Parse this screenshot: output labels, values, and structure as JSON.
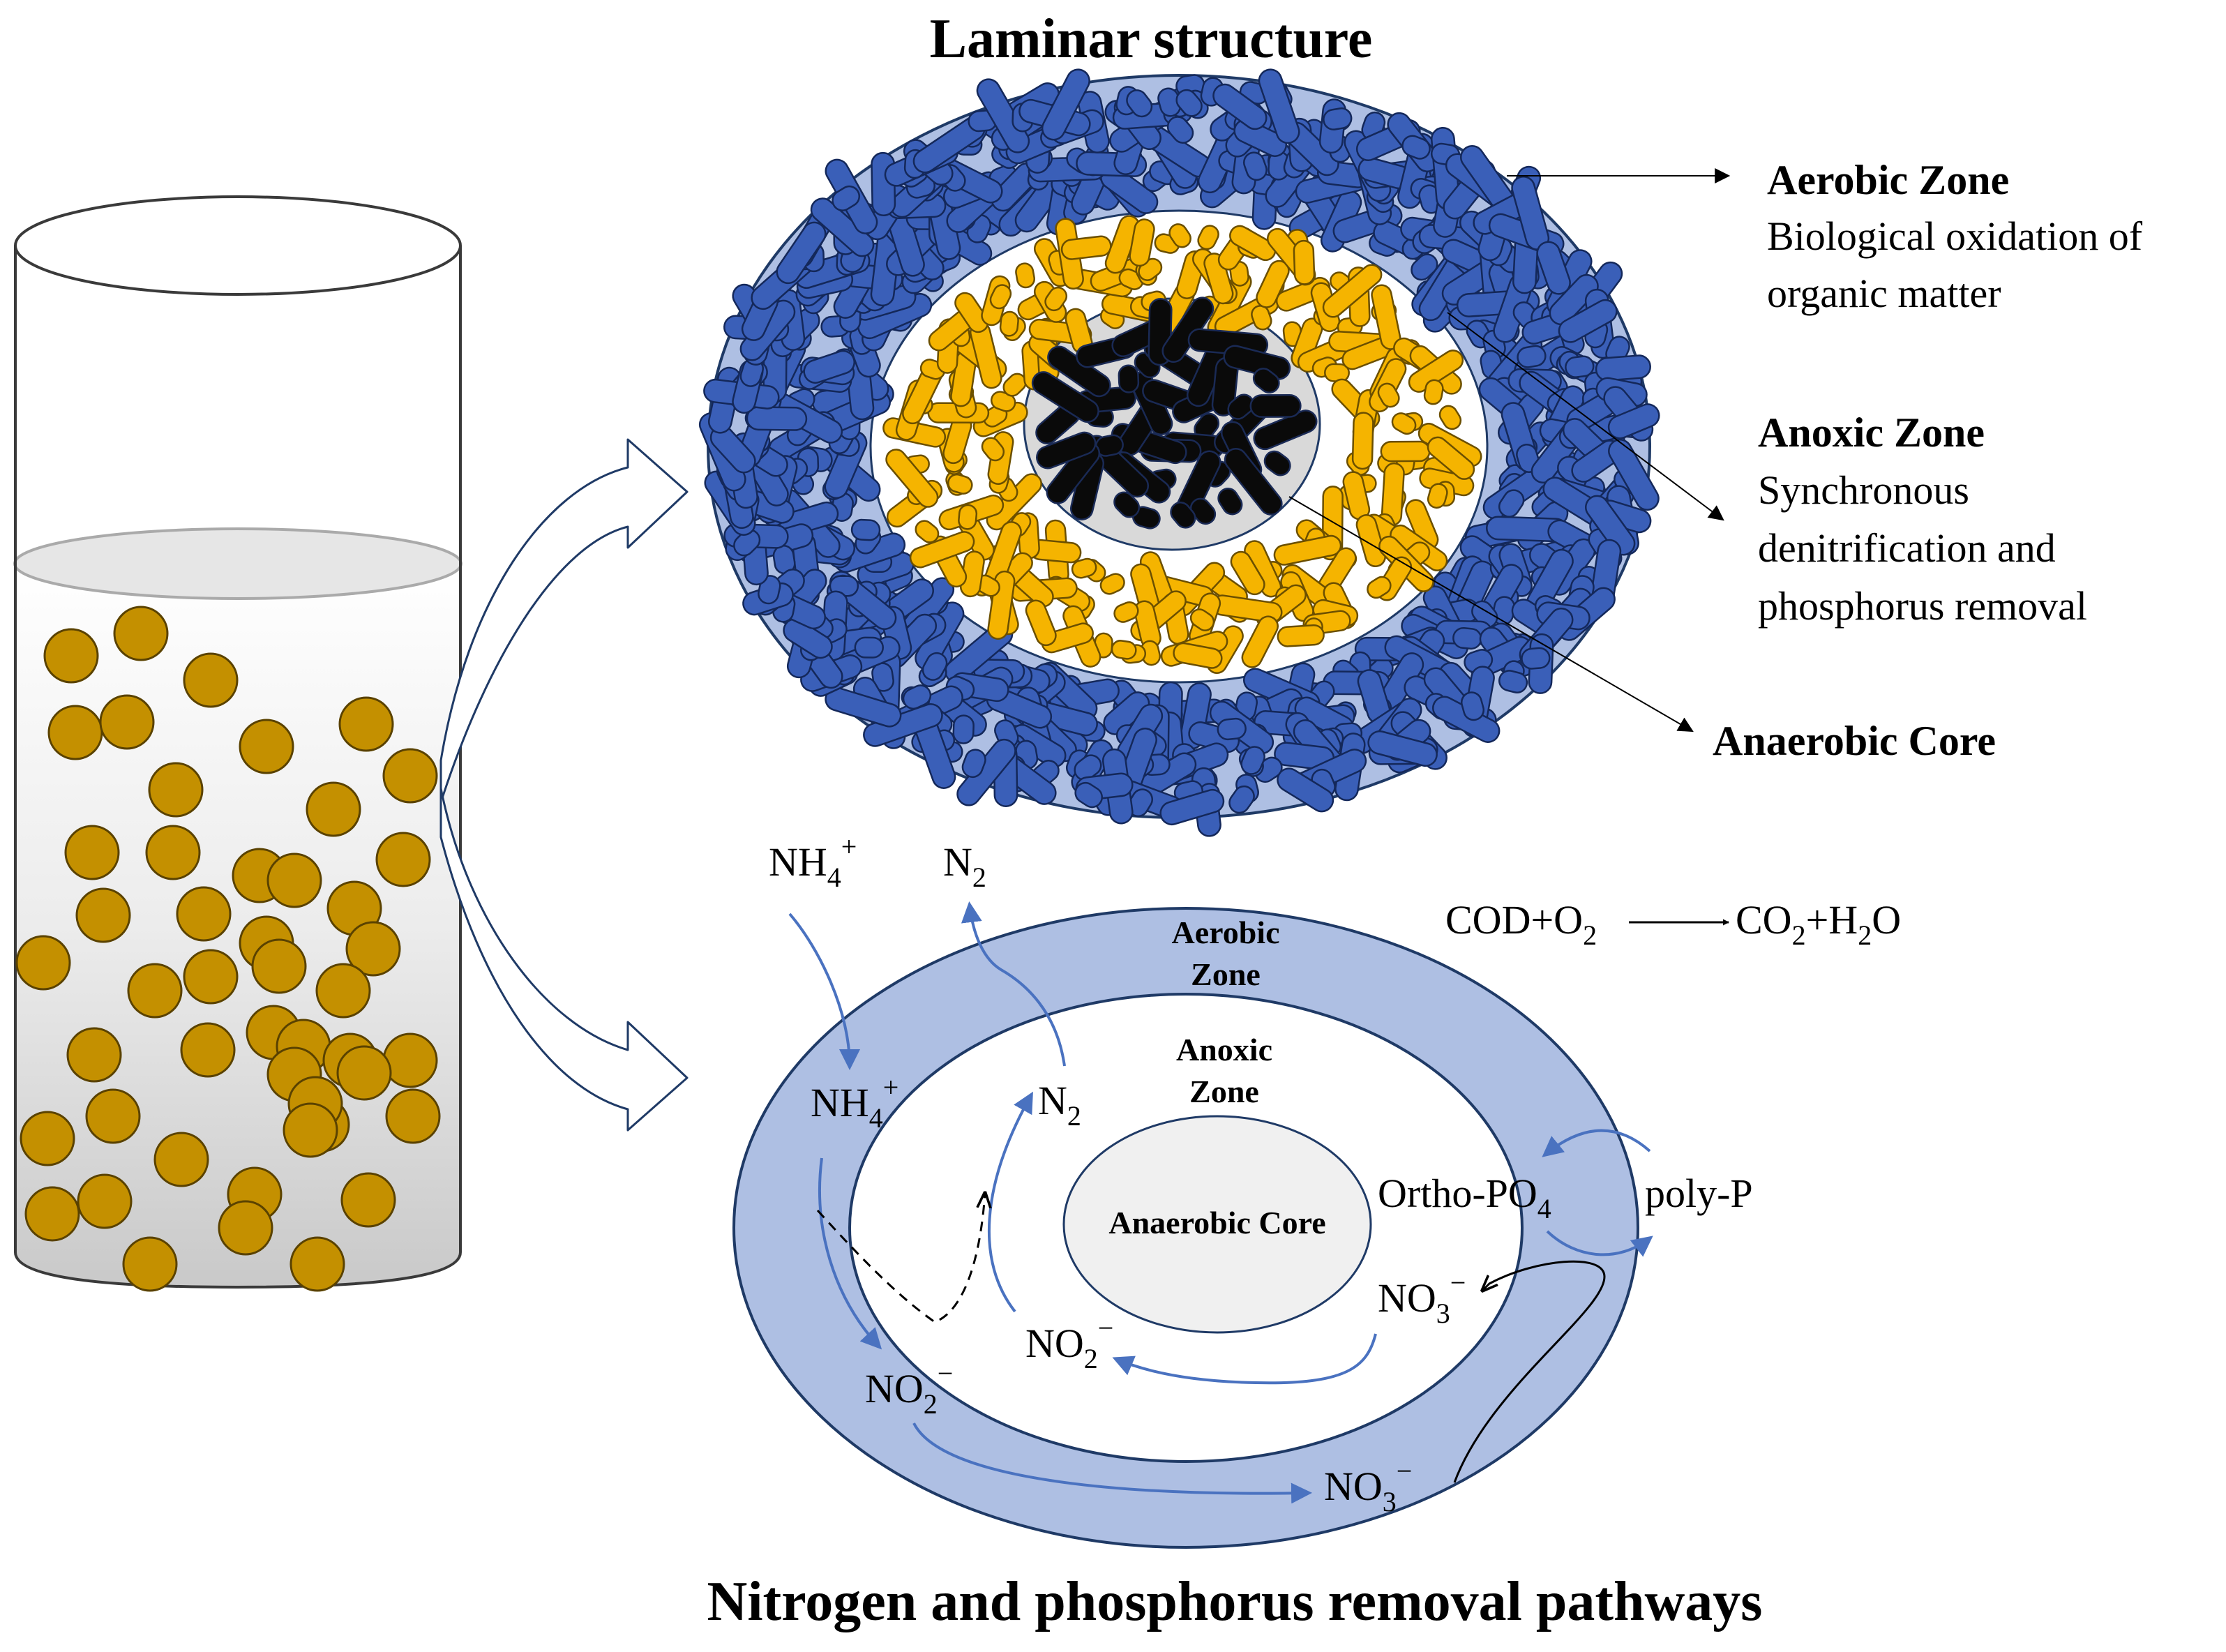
{
  "titles": {
    "top": "Laminar structure",
    "bottom": "Nitrogen and phosphorus removal pathways"
  },
  "laminar": {
    "aerobic_title": "Aerobic Zone",
    "aerobic_desc_1": "Biological oxidation of",
    "aerobic_desc_2": "organic matter",
    "anoxic_title": "Anoxic Zone",
    "anoxic_desc_1": "Synchronous",
    "anoxic_desc_2": "denitrification and",
    "anoxic_desc_3": "phosphorus removal",
    "anaerobic_title": "Anaerobic Core"
  },
  "pathways": {
    "aerobic_zone_1": "Aerobic",
    "aerobic_zone_2": "Zone",
    "anoxic_zone_1": "Anoxic",
    "anoxic_zone_2": "Zone",
    "anaerobic_core": "Anaerobic Core",
    "nh4_outer": {
      "base": "NH",
      "sub": "4",
      "sup": "+"
    },
    "n2_outer": {
      "base": "N",
      "sub": "2"
    },
    "nh4_inner": {
      "base": "NH",
      "sub": "4",
      "sup": "+"
    },
    "n2_inner": {
      "base": "N",
      "sub": "2"
    },
    "cod": {
      "a": "COD+O",
      "a_sub": "2",
      "b": "CO",
      "b_sub": "2",
      "c": "+H",
      "c_sub": "2",
      "d": "O"
    },
    "ortho_po4": {
      "base": "Ortho-PO",
      "sub": "4"
    },
    "poly_p": "poly-P",
    "no3_inner": {
      "base": "NO",
      "sub": "3",
      "sup": "−"
    },
    "no2_inner": {
      "base": "NO",
      "sub": "2",
      "sup": "−"
    },
    "no2_outer": {
      "base": "NO",
      "sub": "2",
      "sup": "−"
    },
    "no3_outer": {
      "base": "NO",
      "sub": "3",
      "sup": "−"
    }
  },
  "colors": {
    "blue_bacteria": "#3a5fb8",
    "yellow_bacteria": "#f5b400",
    "black_bacteria": "#0a0a0a",
    "outer_ring": "#aebfe3",
    "anoxic_fill": "#ffffff",
    "core_fill": "#d9d9d9",
    "pathway_arrow": "#4a72c0",
    "granule": "#c49000"
  }
}
